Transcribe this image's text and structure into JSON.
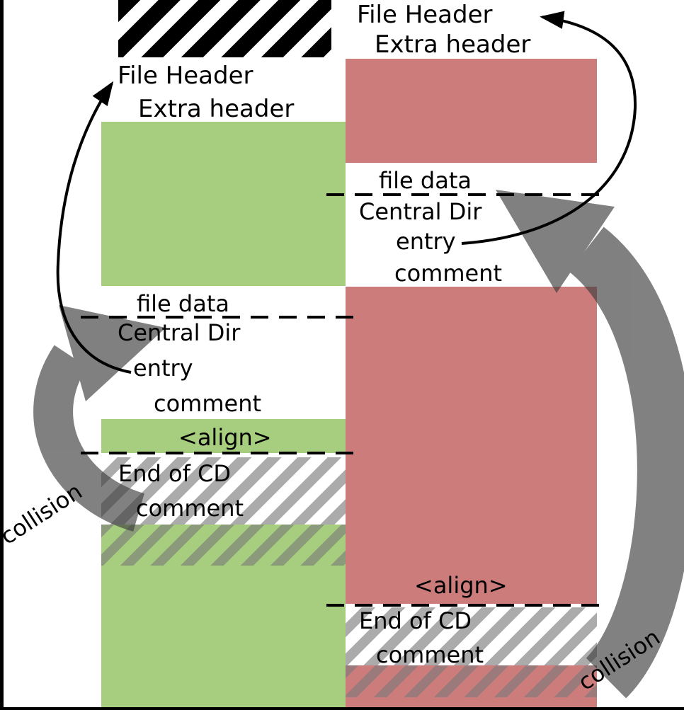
{
  "colors": {
    "green": "#a6ce7e",
    "red": "#cd7c7c",
    "hatch_gray": "#ababab",
    "arrow_gray": "#3d3d3d",
    "line_black": "#000000"
  },
  "left_file": {
    "file_header": "File Header",
    "extra_header": "Extra header",
    "file_data": "file data",
    "central_dir_line1": "Central Dir",
    "central_dir_line2": "entry",
    "comment": "comment",
    "align": "<align>",
    "end_of_cd_line1": "End of CD",
    "end_of_cd_line2": "comment",
    "collision": "collision"
  },
  "right_file": {
    "file_header": "File Header",
    "extra_header": "Extra header",
    "file_data": "file data",
    "central_dir_line1": "Central Dir",
    "central_dir_line2": "entry",
    "comment": "comment",
    "align": "<align>",
    "end_of_cd_line1": "End of CD",
    "end_of_cd_line2": "comment",
    "collision": "collision"
  }
}
